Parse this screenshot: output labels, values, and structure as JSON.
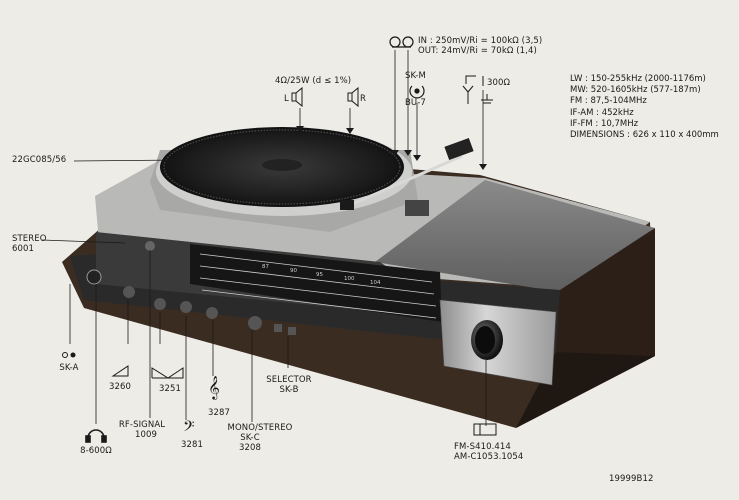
{
  "labels": {
    "model_ref": "22GC085/56",
    "stereo_name": "STEREO",
    "stereo_num": "6001",
    "speaker_spec": "4Ω/25W (d ≤ 1%)",
    "speaker_l": "L",
    "speaker_r": "R",
    "tape_in": "IN : 250mV/Ri = 100kΩ  (3,5)",
    "tape_out": "OUT: 24mV/Ri = 70kΩ  (1,4)",
    "skm_name": "SK-M",
    "bu7": "BU-7",
    "antenna_ohm": "300Ω",
    "ska": "SK-A",
    "v3260": "3260",
    "v3251": "3251",
    "rf_signal": "RF-SIGNAL",
    "rf_num": "1009",
    "v3281": "3281",
    "v3287": "3287",
    "mono_stereo": "MONO/STEREO",
    "skc": "SK-C",
    "v3208": "3208",
    "selector": "SELECTOR",
    "skb": "SK-B",
    "headphone_ohm": "8-600Ω",
    "fm_code": "FM-S410.414",
    "am_code": "AM-C1053.1054",
    "figure_num": "19999B12"
  },
  "specs": [
    "LW : 150-255kHz (2000-1176m)",
    "MW: 520-1605kHz (577-187m)",
    "FM : 87,5-104MHz",
    "IF-AM : 452kHz",
    "IF-FM : 10,7MHz",
    "DIMENSIONS : 626 x 110 x 400mm"
  ],
  "icons": [
    "speaker-icon",
    "tape-reel-icon",
    "din-socket-icon",
    "antenna-icon",
    "ground-icon",
    "headphone-icon",
    "bass-clef-icon",
    "treble-clef-icon",
    "volume-wedge-icon",
    "balance-icon",
    "fm-am-button-icon"
  ]
}
